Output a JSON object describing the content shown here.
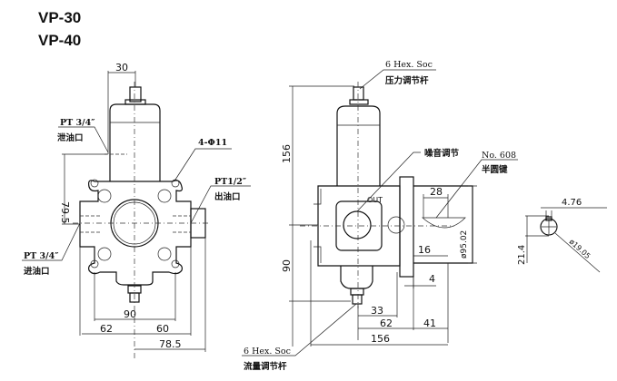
{
  "titles": [
    "VP-30",
    "VP-40"
  ],
  "front_view": {
    "dims": {
      "top_width": "30",
      "height_79_5": "79.5",
      "bolt_span": "90",
      "left": "62",
      "right": "60",
      "overall": "78.5"
    },
    "labels": {
      "drain_port": "PT 3/4″",
      "drain_port_cn": "泄油口",
      "mount_holes": "4-Φ11",
      "outlet_port": "PT1/2″",
      "outlet_port_cn": "出油口",
      "inlet_port": "PT 3/4″",
      "inlet_port_cn": "进油口"
    }
  },
  "side_view": {
    "dims": {
      "upper_height": "156",
      "lower_height": "90",
      "key_length": "28",
      "shaft_dia": "ø95.02",
      "d16": "16",
      "d4": "4",
      "d33": "33",
      "d62": "62",
      "d41": "41",
      "overall": "156"
    },
    "labels": {
      "pressure_socket": "6 Hex. Soc",
      "pressure_socket_cn": "压力调节杆",
      "noise_adjust_cn": "噪音调节",
      "key_no": "No. 608",
      "key_cn": "半圆键",
      "flow_socket": "6 Hex. Soc",
      "flow_socket_cn": "流量调节杆",
      "port_mark": "OUT"
    }
  },
  "key_view": {
    "width": "4.76",
    "height": "21.4",
    "dia": "ø19.05"
  }
}
